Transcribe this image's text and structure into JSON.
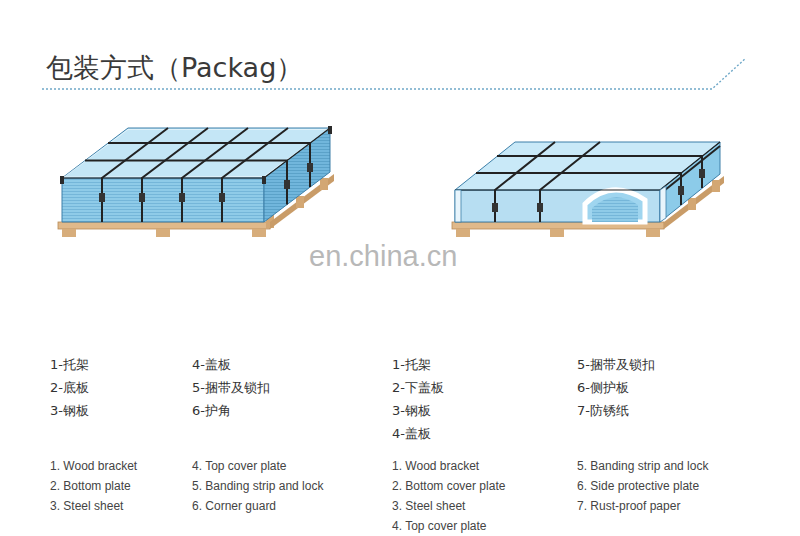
{
  "diagram": {
    "title": "包装方式（Packag）",
    "labels": [
      "1-托架",
      "4-盖板",
      "2-底板",
      "5-捆带及锁扣",
      "3-钢板",
      "6-护角",
      "1-托架",
      "5-捆带及锁扣",
      "2-下盖板",
      "6-侧护板",
      "3-钢板",
      "7-防锈纸",
      "4-盖板",
      "1. Wood bracket",
      "4. Top cover plate",
      "2. Bottom plate",
      "5. Banding strip and lock",
      "3. Steel sheet",
      "6. Corner guard",
      "1. Wood bracket",
      "5. Banding strip and lock",
      "2. Bottom cover plate",
      "6. Side protective plate",
      "3. Steel sheet",
      "7. Rust-proof paper",
      "4. Top cover plate",
      "en.china.cn"
    ]
  }
}
